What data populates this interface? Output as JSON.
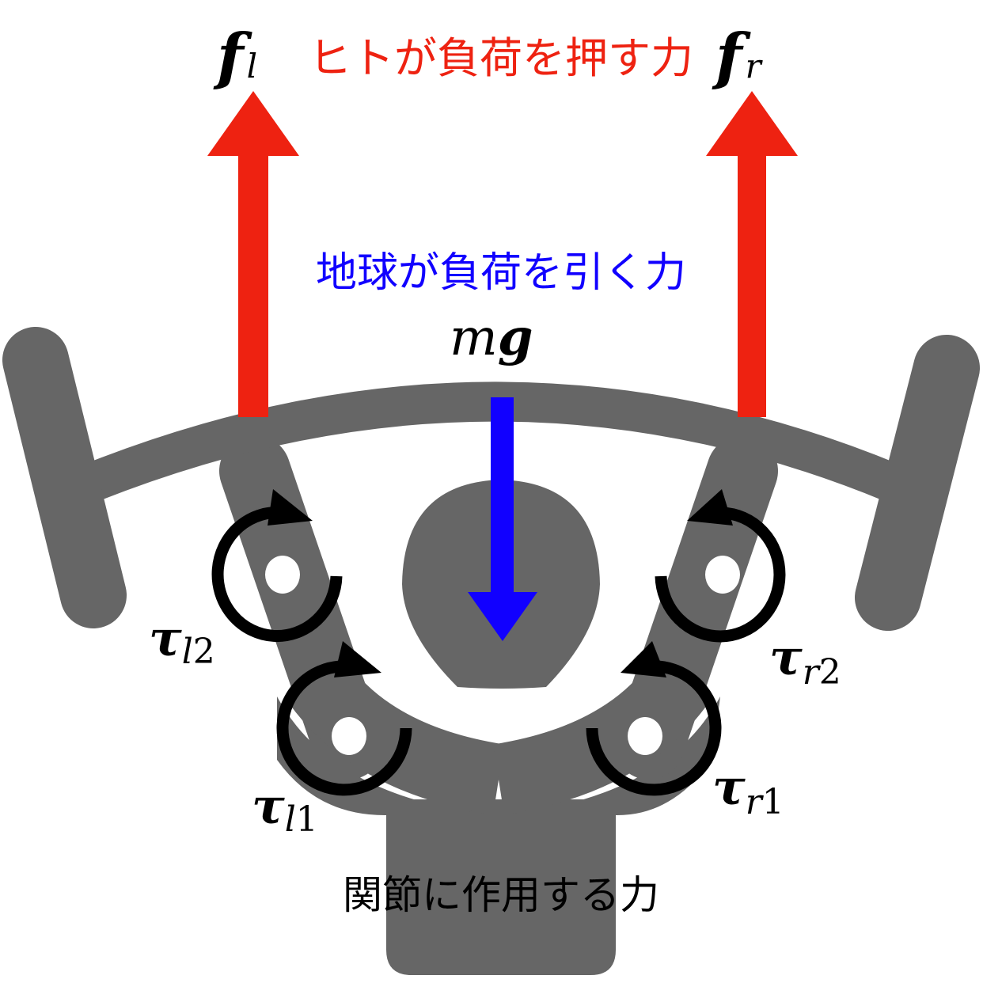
{
  "colors": {
    "body": "#666666",
    "human_force": "#ee2211",
    "gravity": "#1100ff",
    "torque": "#000000",
    "background": "#ffffff"
  },
  "labels": {
    "human_force_caption": "ヒトが負荷を押す力",
    "gravity_caption": "地球が負荷を引く力",
    "joint_force_caption": "関節に作用する力"
  },
  "math": {
    "f_left": {
      "base": "f",
      "sub": "l"
    },
    "f_right": {
      "base": "f",
      "sub": "r"
    },
    "mg": {
      "m": "m",
      "g": "g"
    },
    "tau_l2": {
      "base": "τ",
      "sub": "l",
      "idx": "2"
    },
    "tau_l1": {
      "base": "τ",
      "sub": "l",
      "idx": "1"
    },
    "tau_r2": {
      "base": "τ",
      "sub": "r",
      "idx": "2"
    },
    "tau_r1": {
      "base": "τ",
      "sub": "r",
      "idx": "1"
    }
  },
  "arrows": {
    "f_left": {
      "direction": "up"
    },
    "f_right": {
      "direction": "up"
    },
    "mg": {
      "direction": "down"
    }
  },
  "torques": {
    "tau_l2": {
      "rotation": "clockwise"
    },
    "tau_l1": {
      "rotation": "clockwise"
    },
    "tau_r2": {
      "rotation": "counterclockwise"
    },
    "tau_r1": {
      "rotation": "counterclockwise"
    }
  }
}
